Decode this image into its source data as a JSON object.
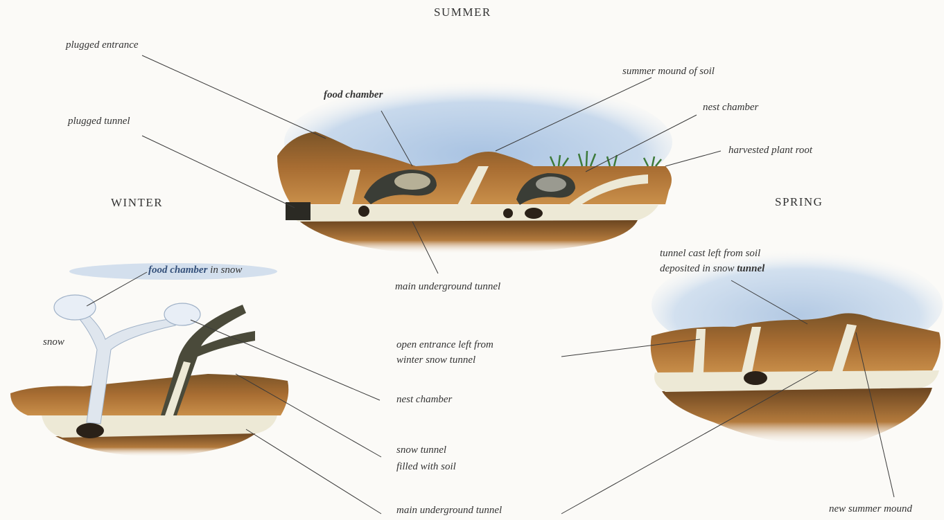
{
  "seasons": {
    "summer": "SUMMER",
    "winter": "WINTER",
    "spring": "SPRING"
  },
  "labels": {
    "plugged_entrance": "plugged entrance",
    "plugged_tunnel": "plugged tunnel",
    "food_chamber": "food chamber",
    "summer_mound": "summer mound of soil",
    "nest_chamber_summer": "nest chamber",
    "harvested_plant_root": "harvested plant root",
    "main_tunnel_summer": "main underground tunnel",
    "food_chamber_snow_a": "food chamber",
    "food_chamber_snow_b": " in snow",
    "snow": "snow",
    "tunnel_cast_1": "tunnel cast left from soil",
    "tunnel_cast_2a": "deposited in snow ",
    "tunnel_cast_2b": "tunnel",
    "open_entrance_1": "open entrance left from",
    "open_entrance_2": "winter snow tunnel",
    "nest_chamber_winter": "nest chamber",
    "snow_tunnel_1": "snow tunnel",
    "snow_tunnel_2": "filled with soil",
    "main_tunnel_bottom": "main underground tunnel",
    "new_summer_mound": "new summer mound"
  },
  "colors": {
    "soil_dark": "#6e4a22",
    "soil_light": "#c98f4a",
    "tunnel": "#ede9d6",
    "sky": "#b7cde6",
    "snow": "#e8eef6",
    "root": "#3d7a3a",
    "gopher": "#2a2118",
    "leader": "#3a3a3a"
  }
}
